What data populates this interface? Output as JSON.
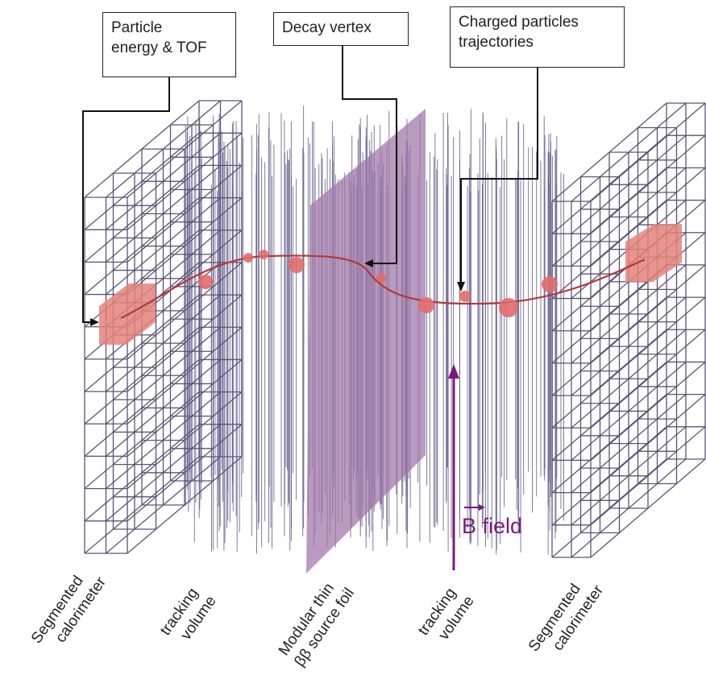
{
  "callouts": {
    "energy_tof": {
      "line1": "Particle",
      "line2": "energy & TOF"
    },
    "decay_vertex": {
      "line1": "Decay vertex"
    },
    "trajectories": {
      "line1": "Charged particles",
      "line2": "trajectories"
    }
  },
  "field_label": "B field",
  "bottom_labels": {
    "left_calorimeter": {
      "line1": "Segmented",
      "line2": "calorimeter"
    },
    "left_tracking": {
      "line1": "tracking",
      "line2": "volume"
    },
    "source_foil": {
      "line1": "Modular thin",
      "line2": "ββ source foil"
    },
    "right_tracking": {
      "line1": "tracking",
      "line2": "volume"
    },
    "right_calorimeter": {
      "line1": "Segmented",
      "line2": "calorimeter"
    }
  },
  "colors": {
    "calorimeter_grid": "#5a5378",
    "wires": "#6a6490",
    "foil_fill": "#a07aa8",
    "track": "#b03a3a",
    "hit": "#e06b6b",
    "field_arrow": "#7a1a7a"
  }
}
